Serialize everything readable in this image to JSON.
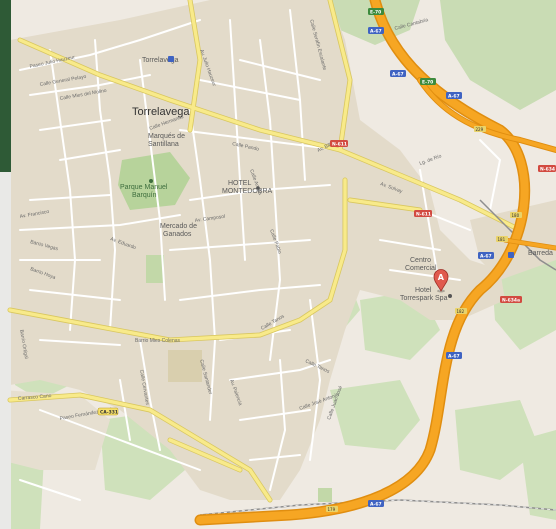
{
  "map": {
    "colors": {
      "background": "#efeae2",
      "urban": "#e2dac9",
      "park": "#c8dcb0",
      "forest": "#b9d19f",
      "motorway": "#f6a623",
      "motorway_casing": "#e08e10",
      "primary_road": "#f8ea8a",
      "primary_casing": "#d8c660",
      "street": "#ffffff",
      "marker": "#e05a4e",
      "dark_strip": "#2e5a36",
      "shield_green": "#3d8b3d",
      "shield_blue": "#3f63c2",
      "shield_red": "#d24a40",
      "rail": "#8e8e8e"
    },
    "labels": {
      "city": "Torrelavega",
      "marques": "Marqués de",
      "santillana": "Santillana",
      "parque_1": "Parque Manuel",
      "parque_2": "Barquín",
      "hotel_1": "HOTEL",
      "hotel_2": "MONTEDOBRA",
      "mercado_1": "Mercado de",
      "mercado_2": "Ganados",
      "centro_1": "Centro",
      "centro_2": "Comercial",
      "hotel_tor": "Hotel",
      "torrespark": "Torrespark Spa",
      "barreda": "Barreda",
      "torrelavega_station": "Torrelavega",
      "paseo_julio": "Paseo Julio Hauzeur",
      "calle_general": "Calle General Pelayo",
      "calle_mies": "Calle Mies del Molino",
      "calle_pando": "Calle Pando",
      "av_bilbao": "Av. Bilbao",
      "av_solvay": "Av. Solvay",
      "av_camposol": "Av. Camposol",
      "calle_serafin": "Calle Serafín Escalante",
      "barrio_mies": "Barrio Mies Colenas",
      "calle_tanos": "Calle Tanos",
      "barrio_vegas": "Barrio Vegas",
      "calle_tanos2": "Calle Tanos",
      "paseo_fernandez": "Paseo Fernández Vallejo",
      "barrio_hoya": "Barrio Hoya",
      "av_julio": "Av. Julio Hauzeur",
      "calle_jose": "Calle José Antonio",
      "av_palencia": "Av. Palencia",
      "calle_santander": "Calle Santander",
      "calle_cervantes": "Calle Cervantes",
      "calle_ancha": "Calle Ancha",
      "av_eduardo": "Av. Eduardo",
      "calle_pablo": "Calle Pablo",
      "av_francisco": "Av. Francisco",
      "barrio_ortigal": "Barrio Ortigal",
      "carrasco_cano": "Carrasco Cano",
      "calle_juan": "Calle Juan José",
      "lg_de_rio": "Lg. de Río",
      "calle_hermanos": "Calle Hermanos",
      "calle_cantabria": "Calle Cantabria"
    },
    "shields": {
      "a67_top": "A-67",
      "e70_top": "E-70",
      "a67_mid": "A-67",
      "e70_mid": "E-70",
      "n611_1": "N-611",
      "n611_2": "N-611",
      "a67_right": "A-67",
      "n634": "N-634",
      "n634a": "N-634a",
      "a67_low": "A-67",
      "a67_bottom": "A-67",
      "a67_bottom2": "A-67",
      "ca331": "CA-331",
      "exit_229": "229",
      "exit_180": "180",
      "exit_181": "181",
      "exit_182": "182",
      "exit_179": "179"
    },
    "marker": {
      "letter": "A"
    }
  }
}
